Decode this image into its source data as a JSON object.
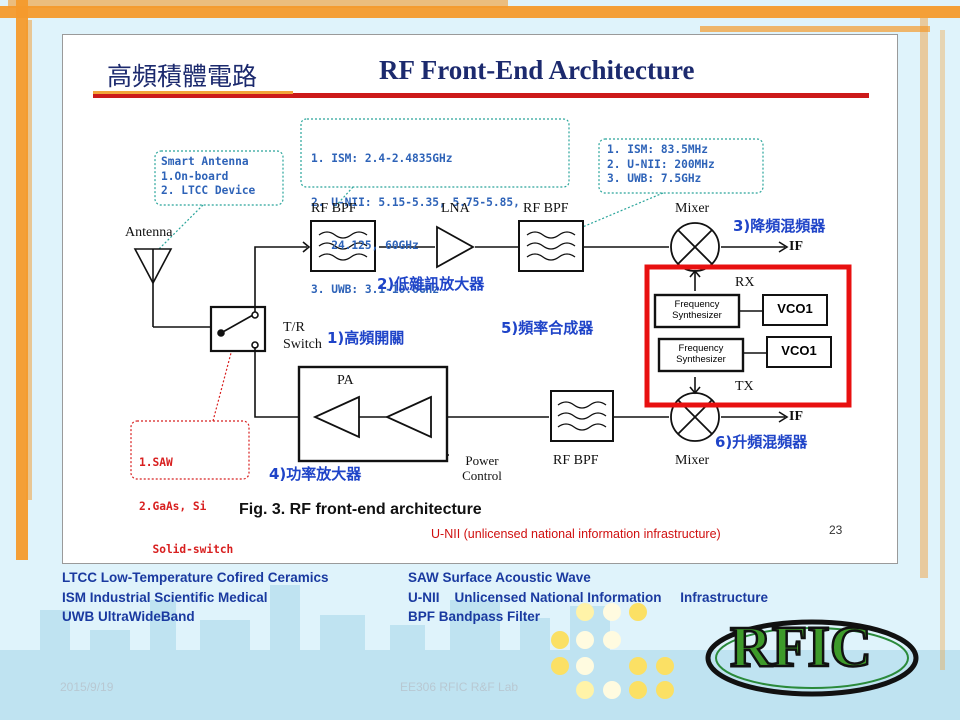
{
  "slide": {
    "title_cn": "高頻積體電路",
    "title_en": "RF Front-End Architecture",
    "page_number": "23",
    "date": "2015/9/19",
    "footer_center": "EE306 RFIC R&F Lab",
    "logo_text": "RFIC"
  },
  "notes": {
    "smart_antenna": [
      "Smart Antenna",
      "1.On-board",
      "2. LTCC Device"
    ],
    "bands": [
      "1. ISM: 2.4-2.4835GHz",
      "2. U-NII: 5.15-5.35, 5.75-5.85,",
      "   24.125, 60GHz",
      "3. UWB: 3.1-10.6GHz"
    ],
    "if_bands": [
      "1. ISM: 83.5MHz",
      "2. U-NII: 200MHz",
      "3. UWB: 7.5GHz"
    ],
    "switch_types": [
      "1.SAW",
      "2.GaAs, Si",
      "  Solid-switch"
    ]
  },
  "blocks": {
    "antenna": "Antenna",
    "rf_bpf_1": "RF BPF",
    "lna": "LNA",
    "rf_bpf_2": "RF BPF",
    "mixer_top": "Mixer",
    "if_top": "IF",
    "rx": "RX",
    "tx": "TX",
    "freq_synth_1": "Frequency Synthesizer",
    "freq_synth_2": "Frequency Synthesizer",
    "vco_1": "VCO1",
    "vco_2": "VCO1",
    "tr_switch": "T/R Switch",
    "pa": "PA",
    "power_control": "Power Control",
    "rf_bpf_3": "RF BPF",
    "mixer_bottom": "Mixer",
    "if_bottom": "IF"
  },
  "annotations_cn": {
    "a1": "1)高頻開關",
    "a2": "2)低雜訊放大器",
    "a3": "3)降頻混頻器",
    "a4": "4)功率放大器",
    "a5": "5)頻率合成器",
    "a6": "6)升頻混頻器"
  },
  "caption": "Fig. 3. RF front-end architecture",
  "subcaption": "U-NII (unlicensed national information infrastructure)",
  "glossary": [
    "LTCC   Low-Temperature Cofired Ceramics",
    "SAW     Surface Acoustic Wave",
    "ISM      Industrial Scientific Medical",
    "U-NII    Unlicensed National Information     Infrastructure",
    "UWB    UltraWideBand",
    "BPF     Bandpass Filter"
  ],
  "colors": {
    "title": "#1c2a6e",
    "note_blue": "#2e63b8",
    "note_red": "#d82020",
    "annotation": "#1f44c8",
    "highlight": "#e81010",
    "frame_orange": "#f49a2c"
  }
}
